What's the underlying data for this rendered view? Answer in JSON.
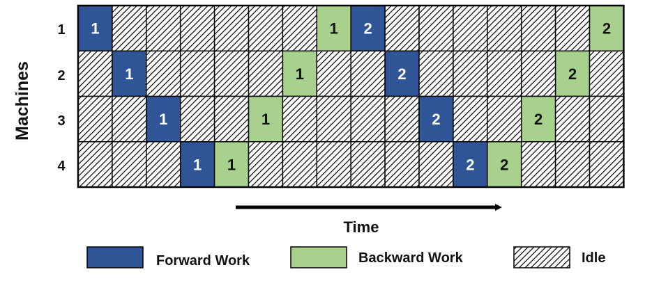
{
  "y_axis_label": "Machines",
  "row_labels": [
    "1",
    "2",
    "3",
    "4"
  ],
  "time_label": "Time",
  "legend": {
    "forward": "Forward Work",
    "backward": "Backward Work",
    "idle": "Idle"
  },
  "colors": {
    "forward": "#2f5597",
    "backward": "#a9d18e",
    "idle_hatch": "#000000",
    "grid": "#000000"
  },
  "schedule": [
    [
      {
        "kind": "forward",
        "label": "1"
      },
      {
        "kind": "idle"
      },
      {
        "kind": "idle"
      },
      {
        "kind": "idle"
      },
      {
        "kind": "idle"
      },
      {
        "kind": "idle"
      },
      {
        "kind": "idle"
      },
      {
        "kind": "backward",
        "label": "1"
      },
      {
        "kind": "forward",
        "label": "2"
      },
      {
        "kind": "idle"
      },
      {
        "kind": "idle"
      },
      {
        "kind": "idle"
      },
      {
        "kind": "idle"
      },
      {
        "kind": "idle"
      },
      {
        "kind": "idle"
      },
      {
        "kind": "backward",
        "label": "2"
      }
    ],
    [
      {
        "kind": "idle"
      },
      {
        "kind": "forward",
        "label": "1"
      },
      {
        "kind": "idle"
      },
      {
        "kind": "idle"
      },
      {
        "kind": "idle"
      },
      {
        "kind": "idle"
      },
      {
        "kind": "backward",
        "label": "1"
      },
      {
        "kind": "idle"
      },
      {
        "kind": "idle"
      },
      {
        "kind": "forward",
        "label": "2"
      },
      {
        "kind": "idle"
      },
      {
        "kind": "idle"
      },
      {
        "kind": "idle"
      },
      {
        "kind": "idle"
      },
      {
        "kind": "backward",
        "label": "2"
      },
      {
        "kind": "idle"
      }
    ],
    [
      {
        "kind": "idle"
      },
      {
        "kind": "idle"
      },
      {
        "kind": "forward",
        "label": "1"
      },
      {
        "kind": "idle"
      },
      {
        "kind": "idle"
      },
      {
        "kind": "backward",
        "label": "1"
      },
      {
        "kind": "idle"
      },
      {
        "kind": "idle"
      },
      {
        "kind": "idle"
      },
      {
        "kind": "idle"
      },
      {
        "kind": "forward",
        "label": "2"
      },
      {
        "kind": "idle"
      },
      {
        "kind": "idle"
      },
      {
        "kind": "backward",
        "label": "2"
      },
      {
        "kind": "idle"
      },
      {
        "kind": "idle"
      }
    ],
    [
      {
        "kind": "idle"
      },
      {
        "kind": "idle"
      },
      {
        "kind": "idle"
      },
      {
        "kind": "forward",
        "label": "1"
      },
      {
        "kind": "backward",
        "label": "1"
      },
      {
        "kind": "idle"
      },
      {
        "kind": "idle"
      },
      {
        "kind": "idle"
      },
      {
        "kind": "idle"
      },
      {
        "kind": "idle"
      },
      {
        "kind": "idle"
      },
      {
        "kind": "forward",
        "label": "2"
      },
      {
        "kind": "backward",
        "label": "2"
      },
      {
        "kind": "idle"
      },
      {
        "kind": "idle"
      },
      {
        "kind": "idle"
      }
    ]
  ]
}
